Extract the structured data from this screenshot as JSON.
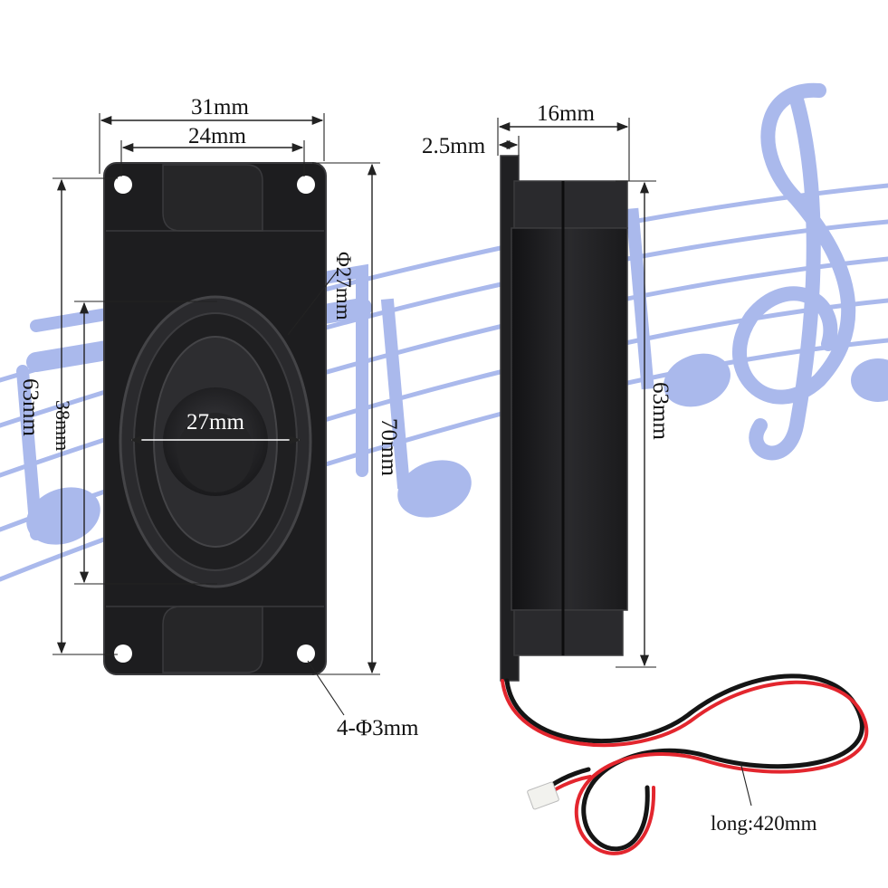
{
  "colors": {
    "background": "#ffffff",
    "notes": "#aab9ec",
    "speaker_body": "#1d1d1f",
    "speaker_edge": "#3a3a3d",
    "wire_red": "#e3262e",
    "wire_black": "#151515",
    "dimension_lines": "#222222"
  },
  "front_view": {
    "width_outer": "31mm",
    "width_holes": "24mm",
    "cone_diameter": "Φ27mm",
    "height_outer": "70mm",
    "height_holes": "63mm",
    "cone_height": "38mm",
    "cone_width": "27mm",
    "mount_holes": "4-Φ3mm"
  },
  "side_view": {
    "depth": "16mm",
    "flange_thickness": "2.5mm",
    "height": "63mm",
    "cable_length": "long:420mm"
  },
  "decoration": {
    "icon": "music-notes-icon"
  }
}
